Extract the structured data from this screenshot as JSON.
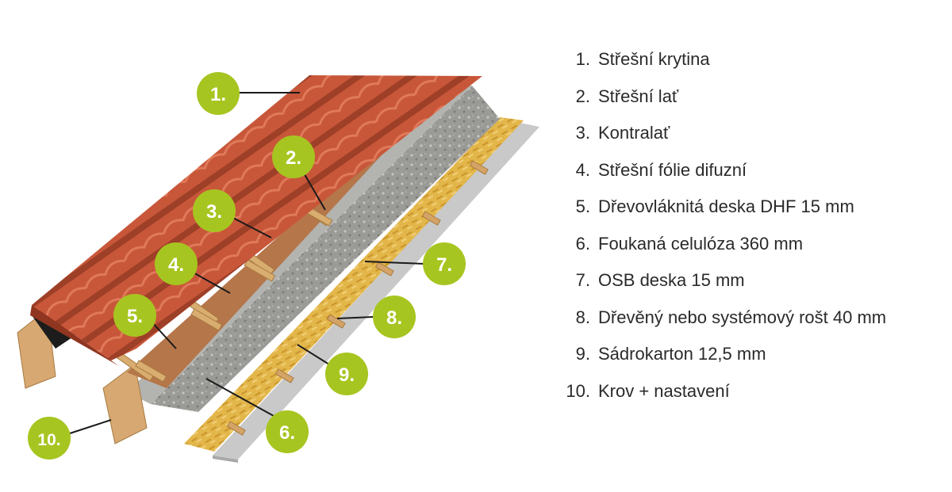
{
  "colors": {
    "badge": "#a7c520",
    "tile": "#c8573a",
    "cellulose": "#9a9a96",
    "osb": "#e3b64a",
    "plasterboard": "#c9c9c9",
    "wood": "#d4a467",
    "membrane": "#1c1c1c",
    "fibreboard": "#b5764a"
  },
  "layers": [
    {
      "number": "1.",
      "label": "Střešní krytina"
    },
    {
      "number": "2.",
      "label": "Střešní lať"
    },
    {
      "number": "3.",
      "label": "Kontralať"
    },
    {
      "number": "4.",
      "label": "Střešní fólie difuzní"
    },
    {
      "number": "5.",
      "label": "Dřevovláknitá deska DHF 15 mm"
    },
    {
      "number": "6.",
      "label": "Foukaná celulóza 360 mm"
    },
    {
      "number": "7.",
      "label": "OSB deska 15 mm"
    },
    {
      "number": "8.",
      "label": "Dřevěný nebo systémový rošt 40 mm"
    },
    {
      "number": "9.",
      "label": "Sádrokarton 12,5 mm"
    },
    {
      "number": "10.",
      "label": "Krov + nastavení"
    }
  ]
}
